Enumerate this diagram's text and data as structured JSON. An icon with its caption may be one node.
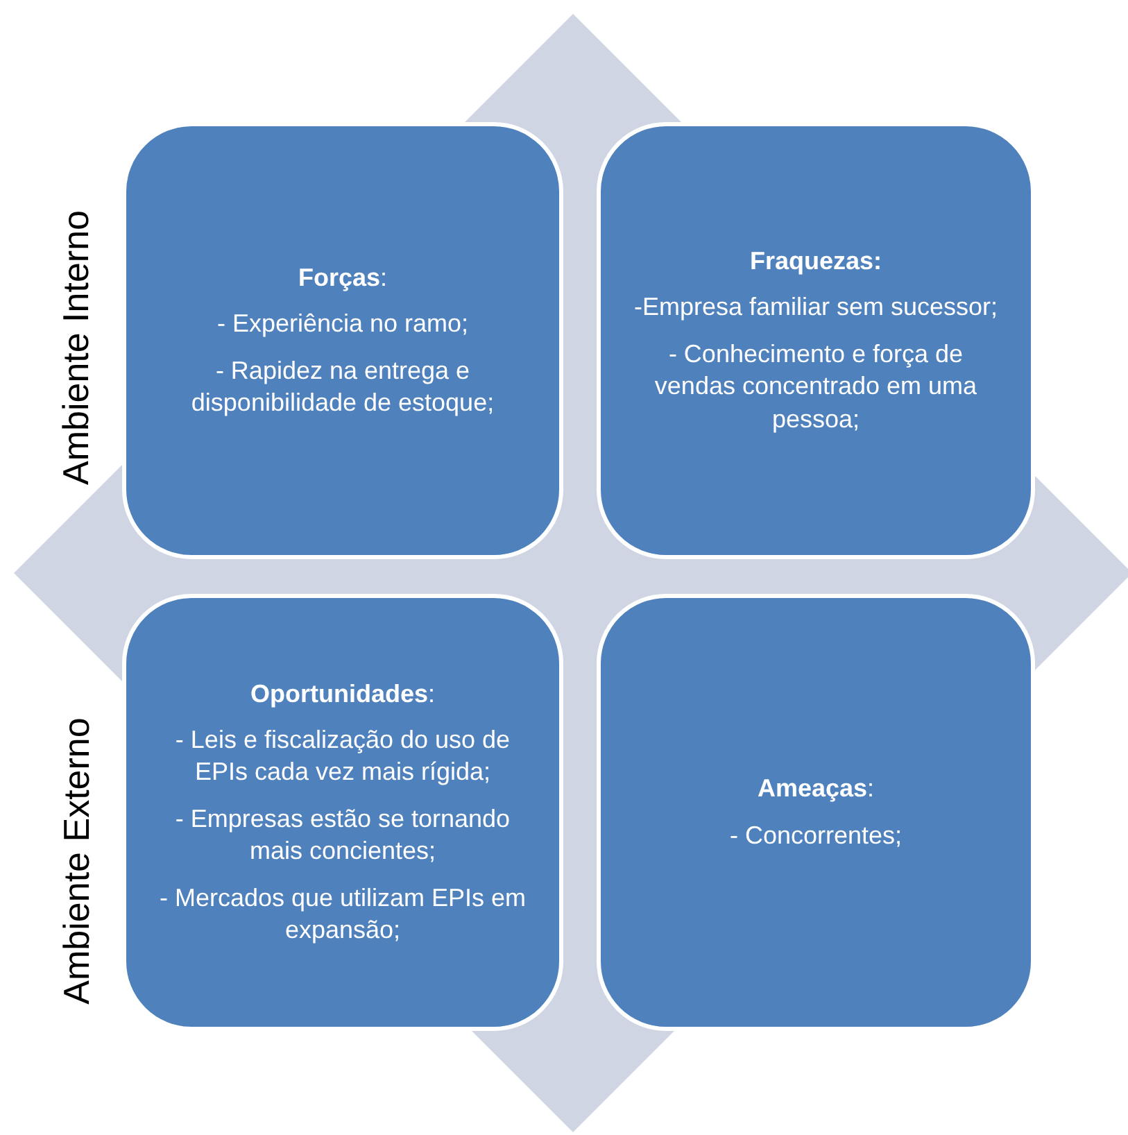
{
  "diagram": {
    "nodes": [
      {
        "text": [],
        "shape": "diamond"
      },
      {
        "text": [
          "**Forças**:",
          "- Experiência no ramo;",
          "- Rapidez na entrega e disponibilidade de estoque;"
        ],
        "in": 0
      },
      {
        "text": [
          "**Fraquezas:**",
          "-Empresa familiar sem sucessor;",
          "- Conhecimento e força de vendas concentrado em uma pessoa;"
        ],
        "in": 0
      },
      {
        "text": [
          "**Oportunidades**:",
          "- Leis e fiscalização do uso de EPIs cada vez mais rígida;",
          "- Empresas estão se tornando mais concientes;",
          "- Mercados que utilizam EPIs em expansão;"
        ],
        "in": 0
      },
      {
        "text": [
          "**Ameaças**:",
          "- Concorrentes;"
        ],
        "in": 0
      }
    ],
    "labels": [
      "Ambiente Interno",
      "Ambiente Externo"
    ]
  }
}
